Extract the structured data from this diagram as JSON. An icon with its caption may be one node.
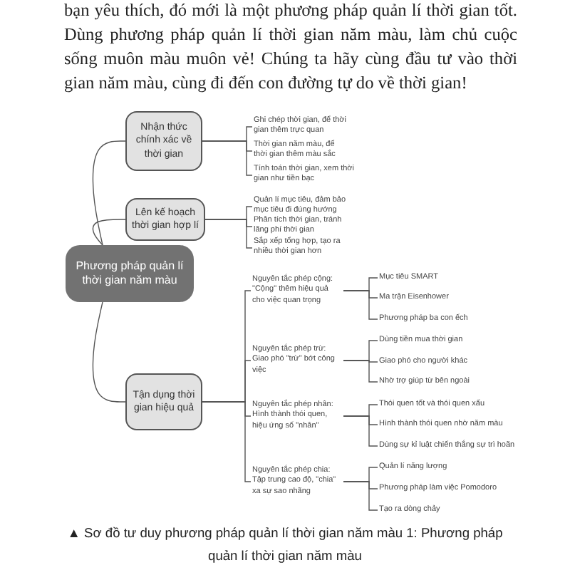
{
  "diagram": {
    "caption": "▲ Sơ đồ tư duy phương pháp quản lí thời gian năm màu 1: Phương pháp quản lí thời gian năm màu",
    "nodes": [
      {
        "text": [
          "Phương pháp quản lí thời gian năm màu"
        ]
      },
      {
        "text": [
          "Nhận thức chính xác về thời gian"
        ]
      },
      {
        "text": [
          "Ghi chép thời gian, để thời gian thêm trực quan"
        ]
      },
      {
        "text": [
          "Thời gian năm màu, để thời gian thêm màu sắc"
        ]
      },
      {
        "text": [
          "Tính toán thời gian, xem thời gian như tiền bạc"
        ]
      },
      {
        "text": [
          "Lên kế hoạch thời gian hợp lí"
        ]
      },
      {
        "text": [
          "Quản lí mục tiêu, đảm bảo mục tiêu đi đúng hướng"
        ]
      },
      {
        "text": [
          "Phân tích thời gian, tránh lãng phí thời gian"
        ]
      },
      {
        "text": [
          "Sắp xếp tổng hợp, tạo ra nhiều thời gian hơn"
        ]
      },
      {
        "text": [
          "Tận dụng thời gian hiệu quả"
        ]
      },
      {
        "text": [
          "Nguyên tắc phép cộng: \"Cộng\" thêm hiệu quả cho việc quan trọng"
        ]
      },
      {
        "text": [
          "Mục tiêu SMART"
        ]
      },
      {
        "text": [
          "Ma trận Eisenhower"
        ]
      },
      {
        "text": [
          "Phương pháp ba con ếch"
        ]
      },
      {
        "text": [
          "Nguyên tắc phép trừ: Giao phó \"trừ\" bớt công việc"
        ]
      },
      {
        "text": [
          "Dùng tiền mua thời gian"
        ]
      },
      {
        "text": [
          "Giao phó cho người khác"
        ]
      },
      {
        "text": [
          "Nhờ trợ giúp từ bên ngoài"
        ]
      },
      {
        "text": [
          "Nguyên tắc phép nhân: Hình thành thói quen, hiệu ứng số \"nhân\""
        ]
      },
      {
        "text": [
          "Thói quen tốt và thói quen xấu"
        ]
      },
      {
        "text": [
          "Hình thành thói quen nhờ năm màu"
        ]
      },
      {
        "text": [
          "Dùng sự kỉ luật chiến thắng sự trì hoãn"
        ]
      },
      {
        "text": [
          "Nguyên tắc phép chia: Tập trung cao độ, \"chia\" xa sự sao nhãng"
        ]
      },
      {
        "text": [
          "Quản lí năng lượng"
        ]
      },
      {
        "text": [
          "Phương pháp làm việc Pomodoro"
        ]
      },
      {
        "text": [
          "Tạo ra dòng chảy"
        ]
      }
    ],
    "edges": [
      {
        "from": 0,
        "to": 1,
        "arrow": "none"
      },
      {
        "from": 1,
        "to": 2,
        "arrow": "none"
      },
      {
        "from": 1,
        "to": 3,
        "arrow": "none"
      },
      {
        "from": 1,
        "to": 4,
        "arrow": "none"
      },
      {
        "from": 0,
        "to": 5,
        "arrow": "none"
      },
      {
        "from": 5,
        "to": 6,
        "arrow": "none"
      },
      {
        "from": 5,
        "to": 7,
        "arrow": "none"
      },
      {
        "from": 5,
        "to": 8,
        "arrow": "none"
      },
      {
        "from": 0,
        "to": 9,
        "arrow": "none"
      },
      {
        "from": 9,
        "to": 10,
        "arrow": "none"
      },
      {
        "from": 10,
        "to": 11,
        "arrow": "none"
      },
      {
        "from": 10,
        "to": 12,
        "arrow": "none"
      },
      {
        "from": 10,
        "to": 13,
        "arrow": "none"
      },
      {
        "from": 9,
        "to": 14,
        "arrow": "none"
      },
      {
        "from": 14,
        "to": 15,
        "arrow": "none"
      },
      {
        "from": 14,
        "to": 16,
        "arrow": "none"
      },
      {
        "from": 14,
        "to": 17,
        "arrow": "none"
      },
      {
        "from": 9,
        "to": 18,
        "arrow": "none"
      },
      {
        "from": 18,
        "to": 19,
        "arrow": "none"
      },
      {
        "from": 18,
        "to": 20,
        "arrow": "none"
      },
      {
        "from": 18,
        "to": 21,
        "arrow": "none"
      },
      {
        "from": 9,
        "to": 22,
        "arrow": "none"
      },
      {
        "from": 22,
        "to": 23,
        "arrow": "none"
      },
      {
        "from": 22,
        "to": 24,
        "arrow": "none"
      },
      {
        "from": 22,
        "to": 25,
        "arrow": "none"
      }
    ],
    "labels": [
      "bạn yêu thích, đó mới là một phương pháp quản lí thời gian tốt. Dùng phương pháp quản lí thời gian năm màu, làm chủ cuộc sống muôn màu muôn vẻ! Chúng ta hãy cùng đầu tư vào thời gian năm màu, cùng đi đến con đường tự do về thời gian!"
    ]
  }
}
